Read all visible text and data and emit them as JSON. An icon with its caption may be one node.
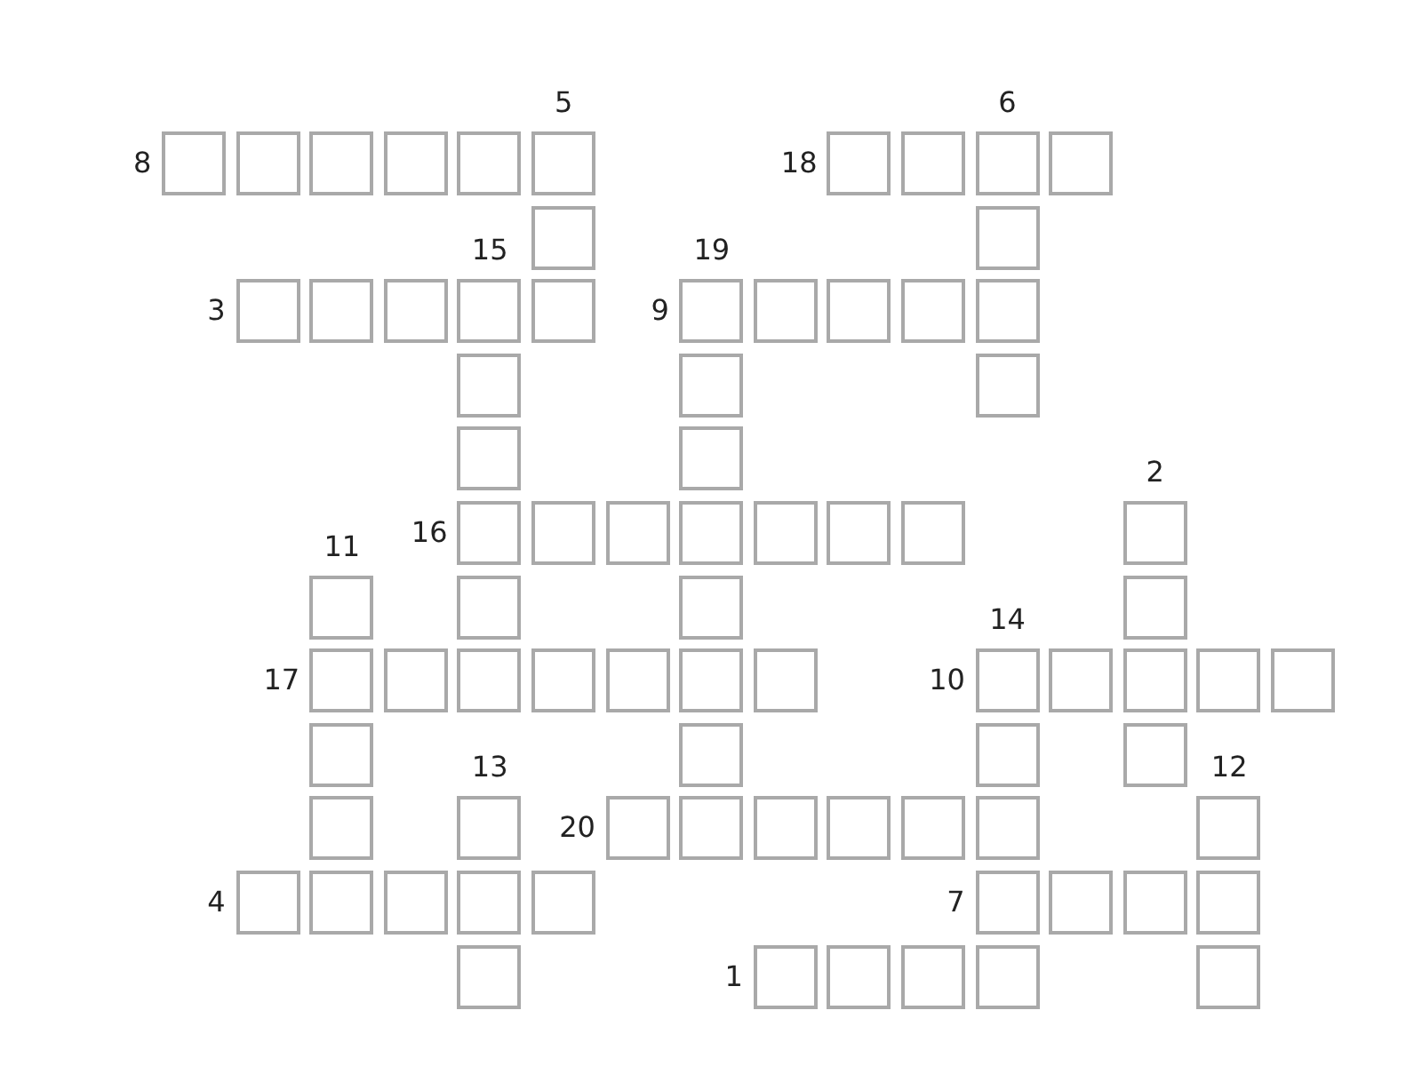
{
  "diagram": {
    "labels": [
      "5",
      "6",
      "8",
      "18",
      "15",
      "19",
      "3",
      "9",
      "2",
      "16",
      "11",
      "14",
      "17",
      "10",
      "13",
      "12",
      "20",
      "4",
      "7",
      "1"
    ]
  }
}
